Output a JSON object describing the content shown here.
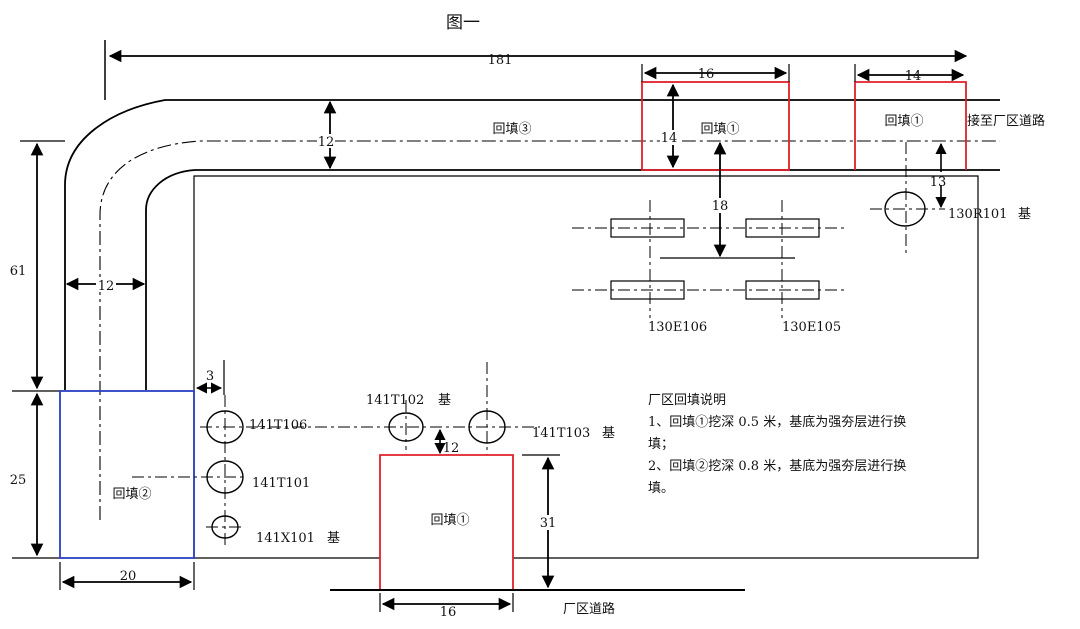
{
  "figure": {
    "title": "图一",
    "colors": {
      "line": "#000000",
      "backfill1": "#e0202a",
      "backfill2": "#2a3fc4"
    }
  },
  "dimensions": {
    "total_width": "181",
    "top_road_width": "12",
    "left_road_width": "12",
    "left_height_upper": "61",
    "left_height_lower": "25",
    "area2_width": "20",
    "gap_3": "3",
    "pad1_width": "16",
    "pad1_depth": "14",
    "pad2_width": "14",
    "offset_18": "18",
    "offset_13": "13",
    "bottom_pad_gap": "12",
    "bottom_pad_height": "31",
    "bottom_pad_width": "16"
  },
  "areas": {
    "backfill3": "回填③",
    "backfill1_top_mid": "回填①",
    "backfill1_top_right": "回填①",
    "backfill2": "回填②",
    "backfill1_bottom": "回填①"
  },
  "roads": {
    "connect_road": "接至厂区道路",
    "plant_road": "厂区道路"
  },
  "equipment": {
    "e106": "130E106",
    "e105": "130E105",
    "r101": "130R101",
    "r101_suffix": "基",
    "t106": "141T106",
    "t101": "141T101",
    "x101": "141X101",
    "x101_suffix": "基",
    "t102": "141T102",
    "t102_suffix": "基",
    "t103": "141T103",
    "t103_suffix": "基"
  },
  "notes": {
    "heading": "厂区回填说明",
    "line1": "1、回填①挖深 0.5 米，基底为强夯层进行换",
    "line1b": "填；",
    "line2": "2、回填②挖深 0.8 米，基底为强夯层进行换",
    "line2b": "填。"
  }
}
